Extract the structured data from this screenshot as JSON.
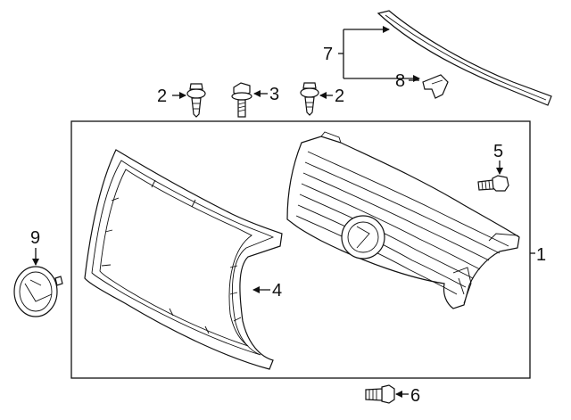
{
  "callouts": {
    "c1": "1",
    "c2_left": "2",
    "c2_right": "2",
    "c3": "3",
    "c4": "4",
    "c5": "5",
    "c6": "6",
    "c7": "7",
    "c8": "8",
    "c9": "9"
  },
  "colors": {
    "line": "#111111",
    "background": "#ffffff"
  }
}
